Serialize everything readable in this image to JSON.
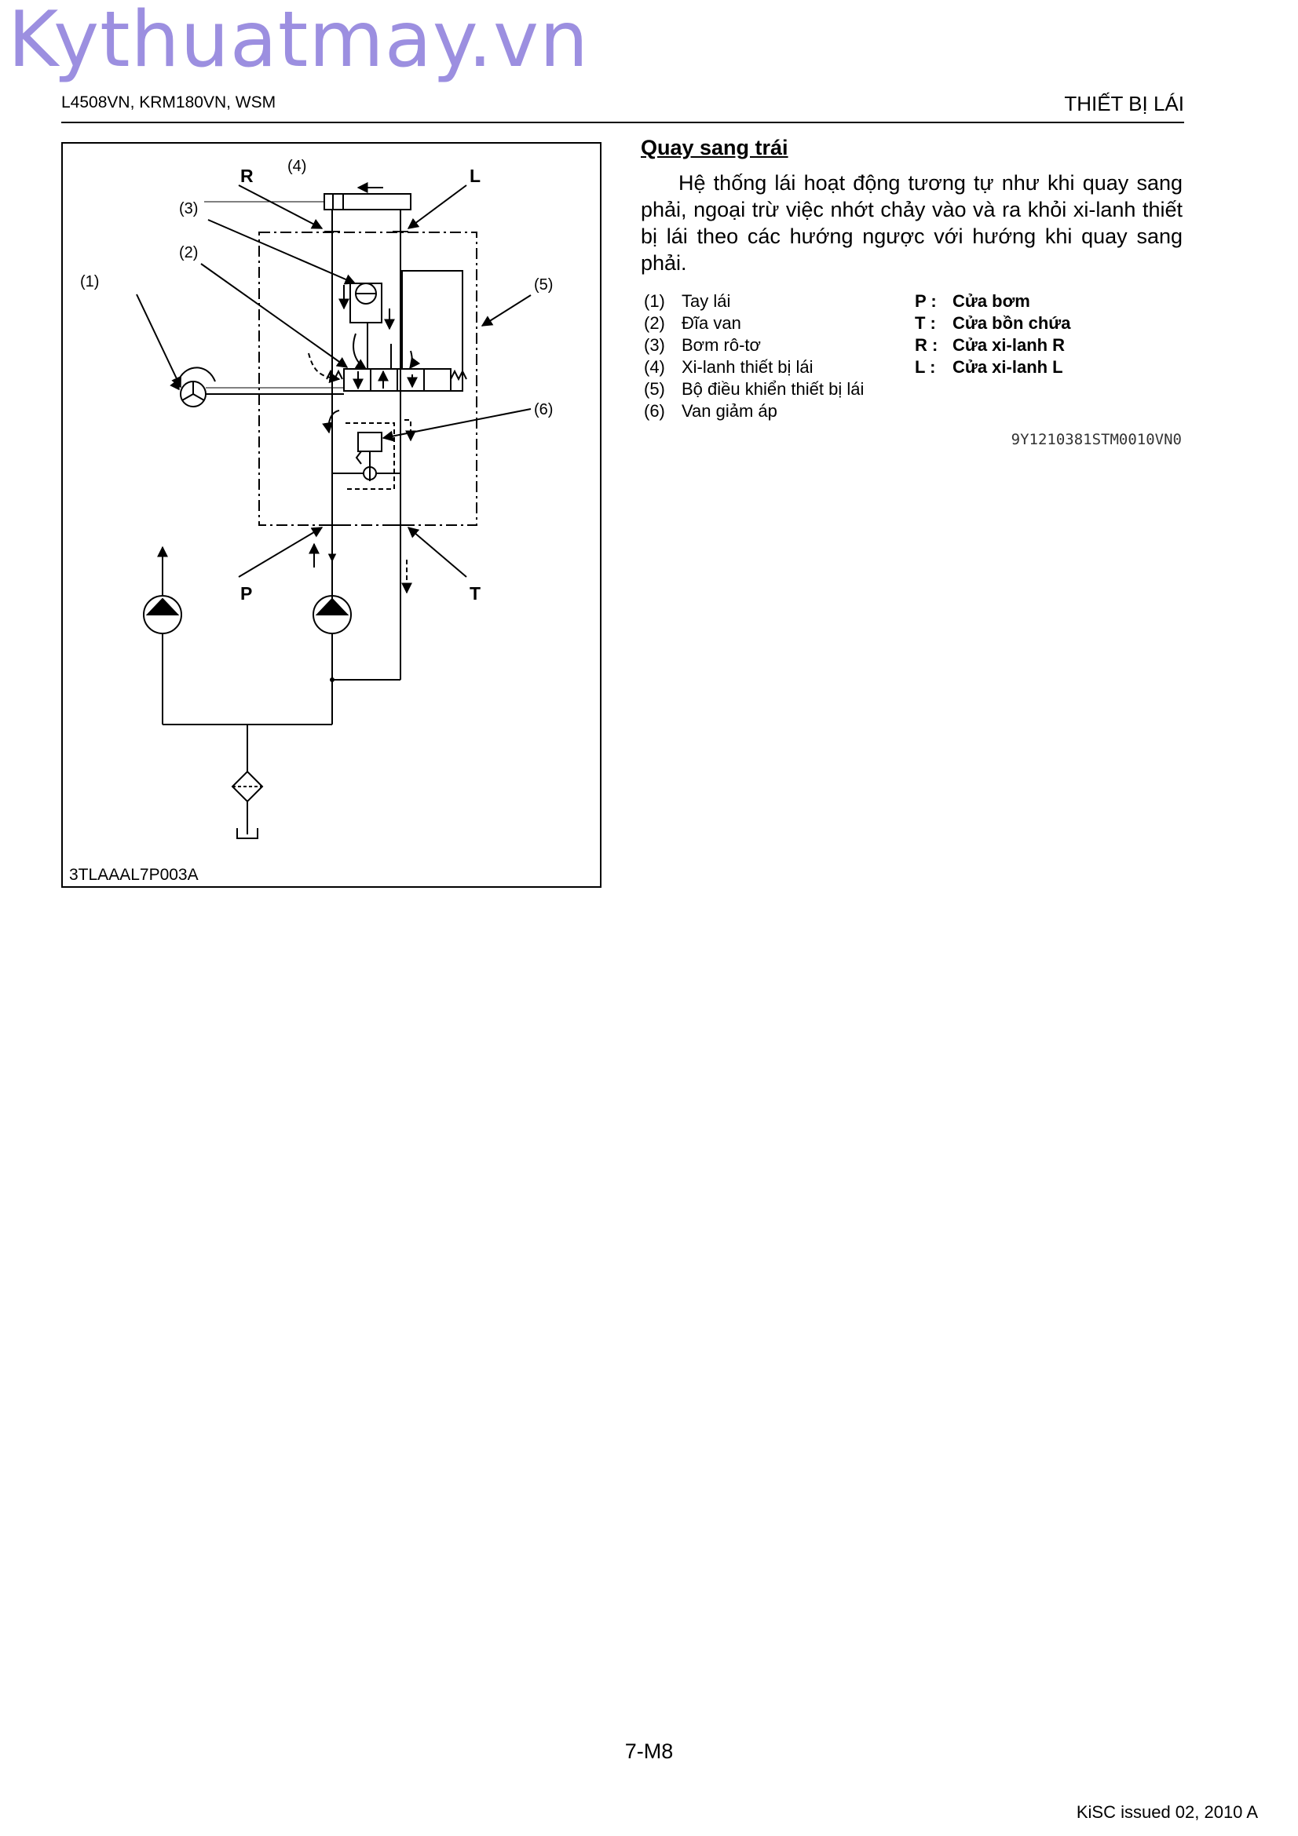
{
  "watermark": "Kythuatmay.vn",
  "header": {
    "left": "L4508VN, KRM180VN, WSM",
    "right": "THIẾT BỊ LÁI"
  },
  "figure": {
    "code": "3TLAAAL7P003A",
    "callouts": [
      "(1)",
      "(2)",
      "(3)",
      "(4)",
      "(5)",
      "(6)"
    ],
    "port_letters": [
      "R",
      "L",
      "P",
      "T"
    ]
  },
  "section": {
    "title": "Quay sang trái",
    "paragraph": "Hệ thống lái hoạt động tương tự như khi quay sang phải, ngoại trừ việc nhớt chảy vào và ra khỏi xi-lanh thiết bị lái theo các hướng ngược với hướng khi quay sang phải."
  },
  "legend": [
    {
      "num": "(1)",
      "text": "Tay lái"
    },
    {
      "num": "(2)",
      "text": "Đĩa van"
    },
    {
      "num": "(3)",
      "text": "Bơm rô-tơ"
    },
    {
      "num": "(4)",
      "text": "Xi-lanh thiết bị lái"
    },
    {
      "num": "(5)",
      "text": "Bộ điều khiển thiết bị lái"
    },
    {
      "num": "(6)",
      "text": "Van giảm áp"
    }
  ],
  "ports": [
    {
      "key": "P :",
      "text": "Cửa bơm"
    },
    {
      "key": "T :",
      "text": "Cửa bồn chứa"
    },
    {
      "key": "R :",
      "text": "Cửa xi-lanh R"
    },
    {
      "key": "L :",
      "text": "Cửa xi-lanh L"
    }
  ],
  "reference_code": "9Y1210381STM0010VN0",
  "page_number": "7-M8",
  "footer": "KiSC issued 02, 2010 A"
}
